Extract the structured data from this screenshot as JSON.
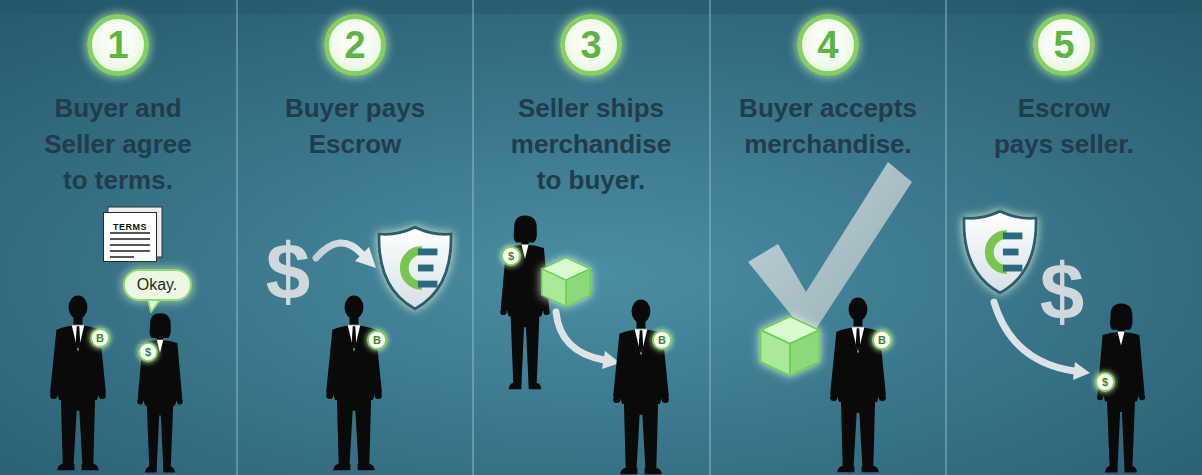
{
  "diagram": {
    "nodes": [
      {
        "text": [
          "1",
          "Buyer and Seller agree to terms."
        ]
      },
      {
        "text": [
          "TERMS"
        ]
      },
      {
        "text": [
          "Okay."
        ]
      },
      {
        "text": [
          "B"
        ]
      },
      {
        "text": [
          "$"
        ]
      },
      {
        "text": [
          "2",
          "Buyer pays Escrow"
        ]
      },
      {
        "text": [
          "B"
        ]
      },
      {
        "text": [
          "3",
          "Seller ships merchandise to buyer."
        ]
      },
      {
        "text": [
          "$"
        ]
      },
      {
        "text": [
          "B"
        ]
      },
      {
        "text": [
          "4",
          "Buyer accepts merchandise."
        ]
      },
      {
        "text": [
          "B"
        ]
      },
      {
        "text": [
          "5",
          "Escrow pays seller."
        ]
      },
      {
        "text": [
          "$"
        ]
      }
    ],
    "labels": [
      "$",
      "$"
    ]
  }
}
